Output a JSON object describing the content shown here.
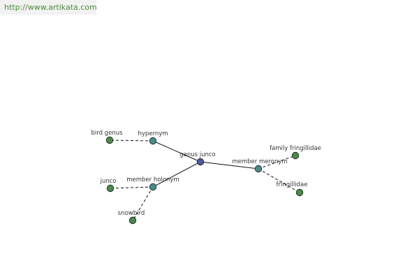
{
  "banner": {
    "url": "http://www.artikata.com"
  },
  "graph": {
    "center": "genus junco",
    "nodes": [
      {
        "id": "genus-junco",
        "label": "genus junco",
        "kind": "center"
      },
      {
        "id": "hypernym",
        "label": "hypernym",
        "kind": "relation"
      },
      {
        "id": "member-holonym",
        "label": "member holonym",
        "kind": "relation"
      },
      {
        "id": "member-meronym",
        "label": "member meronym",
        "kind": "relation"
      },
      {
        "id": "bird-genus",
        "label": "bird genus",
        "kind": "term"
      },
      {
        "id": "junco",
        "label": "junco",
        "kind": "term"
      },
      {
        "id": "snowbird",
        "label": "snowbird",
        "kind": "term"
      },
      {
        "id": "family-fringillidae",
        "label": "family fringillidae",
        "kind": "term"
      },
      {
        "id": "fringillidae",
        "label": "fringillidae",
        "kind": "term"
      }
    ],
    "edges": [
      {
        "from": "genus-junco",
        "to": "hypernym",
        "style": "solid"
      },
      {
        "from": "genus-junco",
        "to": "member-holonym",
        "style": "solid"
      },
      {
        "from": "genus-junco",
        "to": "member-meronym",
        "style": "solid"
      },
      {
        "from": "hypernym",
        "to": "bird-genus",
        "style": "dashed"
      },
      {
        "from": "member-holonym",
        "to": "junco",
        "style": "dashed"
      },
      {
        "from": "member-holonym",
        "to": "snowbird",
        "style": "dashed"
      },
      {
        "from": "member-meronym",
        "to": "family-fringillidae",
        "style": "dashed"
      },
      {
        "from": "member-meronym",
        "to": "fringillidae",
        "style": "dashed"
      }
    ],
    "colors": {
      "center": "#4a5a9a",
      "relation": "#4a8a8a",
      "term": "#4a8a4a",
      "node_stroke": "#1a1a1a",
      "edge": "#111111"
    }
  }
}
